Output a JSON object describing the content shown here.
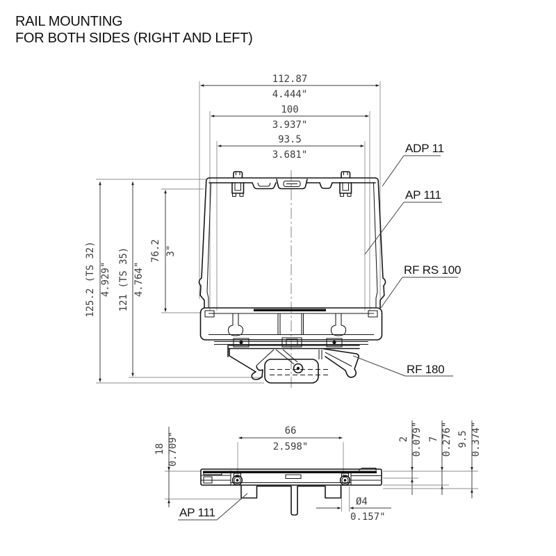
{
  "title": {
    "line1": "RAIL MOUNTING",
    "line2": "FOR BOTH SIDES (RIGHT AND LEFT)"
  },
  "main_view": {
    "dims_top": [
      {
        "mm": "112.87",
        "inch": "4.444\""
      },
      {
        "mm": "100",
        "inch": "3.937\""
      },
      {
        "mm": "93.5",
        "inch": "3.681\""
      }
    ],
    "dims_left": [
      {
        "mm": "125.2 (TS 32)",
        "inch": "4.929\""
      },
      {
        "mm": "121 (TS 35)",
        "inch": "4.764\""
      },
      {
        "mm": "76.2",
        "inch": "3\""
      }
    ],
    "part_labels": [
      {
        "text": "ADP 11"
      },
      {
        "text": "AP 111"
      },
      {
        "text": "RF RS 100"
      },
      {
        "text": "RF 180"
      }
    ]
  },
  "bottom_view": {
    "dim_width": {
      "mm": "66",
      "inch": "2.598\""
    },
    "dim_height_left": {
      "mm": "18",
      "inch": "0.709\""
    },
    "dims_right": [
      {
        "mm": "2",
        "inch": "0.079\""
      },
      {
        "mm": "7",
        "inch": "0.276\""
      },
      {
        "mm": "9.5",
        "inch": "0.374\""
      }
    ],
    "dim_hole": {
      "mm": "Ø4",
      "inch": "0.157\""
    },
    "part_label": "AP 111"
  }
}
